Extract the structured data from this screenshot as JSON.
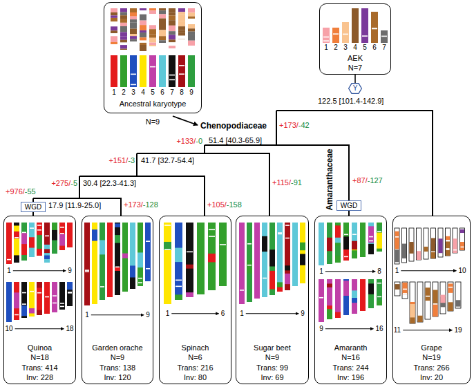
{
  "diagram": {
    "nodes": [
      {
        "text": [
          "Ancestral karyotype",
          "N=9"
        ]
      },
      {
        "text": [
          "AEK",
          "N=7"
        ]
      },
      {
        "text": [
          "Y"
        ]
      },
      {
        "text": [
          "WGD"
        ]
      },
      {
        "text": [
          "WGD"
        ]
      },
      {
        "text": [
          "Quinoa",
          "N=18",
          "Trans: 414",
          "Inv: 228"
        ]
      },
      {
        "text": [
          "Garden orache",
          "N=9",
          "Trans: 138",
          "Inv: 120"
        ]
      },
      {
        "text": [
          "Spinach",
          "N=6",
          "Trans: 216",
          "Inv: 80"
        ]
      },
      {
        "text": [
          "Sugar beet",
          "N=9",
          "Trans: 99",
          "Inv: 69"
        ]
      },
      {
        "text": [
          "Amaranth",
          "N=16",
          "Trans: 244",
          "Inv: 196"
        ]
      },
      {
        "text": [
          "Grape",
          "N=19",
          "Trans: 266",
          "Inv: 20"
        ]
      }
    ],
    "edges": [
      {
        "from": 1,
        "to": 2,
        "arrow": "none"
      }
    ],
    "labels": [
      "Chenopodiaceae",
      "Amaranthaceae",
      "122.5 [101.4-142.9]",
      "+173/",
      "-42",
      "51.4 [40.3-65.9]",
      "+133/",
      "-0",
      "+87/",
      "-127",
      "41.7 [32.7-54.4]",
      "+151/",
      "-3",
      "+115/",
      "-91",
      "30.4 [22.3-41.3]",
      "+275/",
      "-5",
      "+105/",
      "-158",
      "17.9 [11.9-25.0]",
      "+976/",
      "-55",
      "+173/",
      "-128",
      "1",
      "2",
      "3",
      "4",
      "5",
      "6",
      "7",
      "8",
      "9",
      "1",
      "2",
      "3",
      "4",
      "5",
      "6",
      "7",
      "1",
      "9",
      "10",
      "18",
      "1",
      "9",
      "1",
      "6",
      "1",
      "9",
      "1",
      "8",
      "9",
      "16",
      "1",
      "10",
      "11",
      "19"
    ]
  }
}
